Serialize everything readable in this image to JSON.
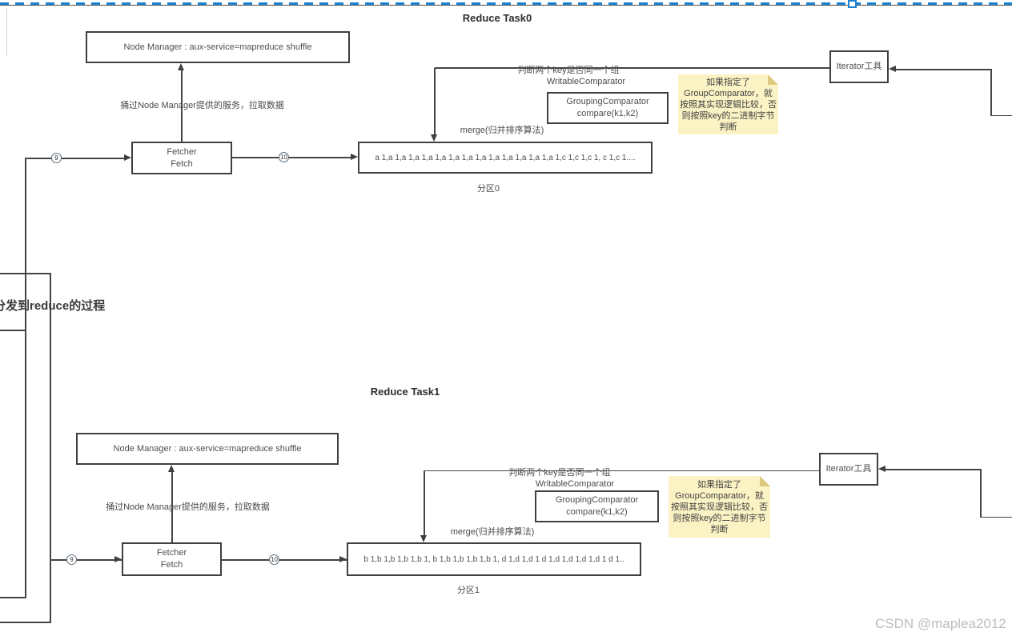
{
  "selection": {
    "handle_tooltip": ""
  },
  "watermark": {
    "text": "CSDN @maplea2012"
  },
  "left_panel": {
    "label": "分发到reduce的过程"
  },
  "tasks": [
    {
      "title": "Reduce Task0",
      "node_manager_label": "Node Manager : aux-service=mapreduce shuffle",
      "fetch_service_note": "捅过Node Manager提供的服务，拉取数据",
      "fetcher_line1": "Fetcher",
      "fetcher_line2": "Fetch",
      "step_in": "9",
      "step_out": "10",
      "merge_label": "merge(归并排序算法)",
      "partition_data": "a 1,a 1,a 1,a 1,a 1,a 1,a 1,a 1,a 1,a 1,a 1,a 1,a 1,a 1,c 1,c 1,c 1, c 1,c 1....",
      "partition_label": "分区0",
      "compare_question": "判断两个key是否同一个组",
      "writable_comparator": "WritableComparator",
      "grouping_comparator_line1": "GroupingComparator",
      "grouping_comparator_line2": "compare(k1,k2)",
      "note_lines": [
        "如果指定了",
        "GroupComparator，就",
        "按照其实现逻辑比较，否",
        "则按照key的二进制字节",
        "判断"
      ],
      "iterator_label": "Iterator工具"
    },
    {
      "title": "Reduce Task1",
      "node_manager_label": "Node Manager : aux-service=mapreduce shuffle",
      "fetch_service_note": "捅过Node Manager提供的服务，拉取数据",
      "fetcher_line1": "Fetcher",
      "fetcher_line2": "Fetch",
      "step_in": "9",
      "step_out": "10",
      "merge_label": "merge(归并排序算法)",
      "partition_data": "b 1,b 1,b 1,b 1,b 1, b 1,b 1,b 1,b 1,b 1, d 1,d 1,d 1 d 1,d 1,d 1,d 1,d 1 d 1..",
      "partition_label": "分区1",
      "compare_question": "判断两个key是否同一个组",
      "writable_comparator": "WritableComparator",
      "grouping_comparator_line1": "GroupingComparator",
      "grouping_comparator_line2": "compare(k1,k2)",
      "note_lines": [
        "如果指定了",
        "GroupComparator，就",
        "按照其实现逻辑比较，否",
        "则按照key的二进制字节",
        "判断"
      ],
      "iterator_label": "Iterator工具"
    }
  ]
}
